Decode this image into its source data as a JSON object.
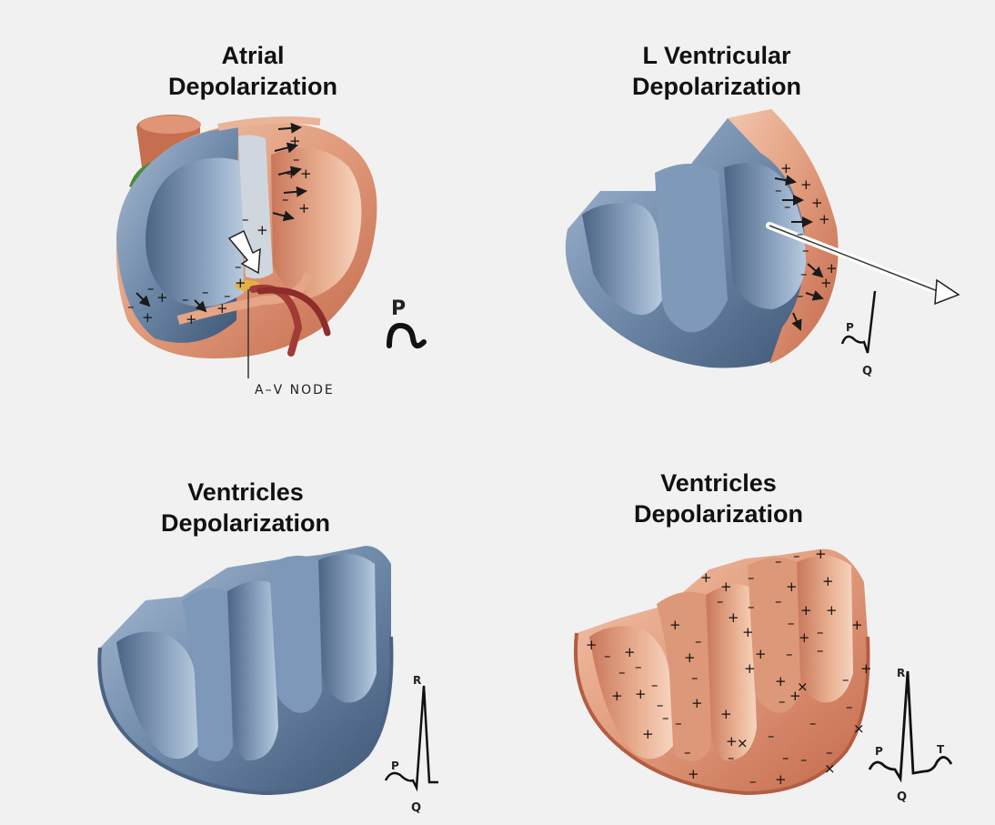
{
  "panels": [
    {
      "title_line1": "Atrial",
      "title_line2": "Depolarization",
      "node_label": "A–V  NODE",
      "wave": {
        "p": "P"
      }
    },
    {
      "title_line1": "L Ventricular",
      "title_line2": "Depolarization",
      "wave": {
        "p": "P",
        "q": "Q"
      }
    },
    {
      "title_line1": "Ventricles",
      "title_line2": "Depolarization",
      "wave": {
        "p": "P",
        "r": "R",
        "q": "Q"
      }
    },
    {
      "title_line1": "Ventricles",
      "title_line2": "Depolarization",
      "wave": {
        "p": "P",
        "r": "R",
        "q": "Q",
        "t": "T"
      }
    }
  ],
  "colors": {
    "background": "#f1f1f1",
    "muscle_blue": "#6d87a6",
    "muscle_orange": "#d9896a",
    "vessel_red": "#a23a36"
  }
}
